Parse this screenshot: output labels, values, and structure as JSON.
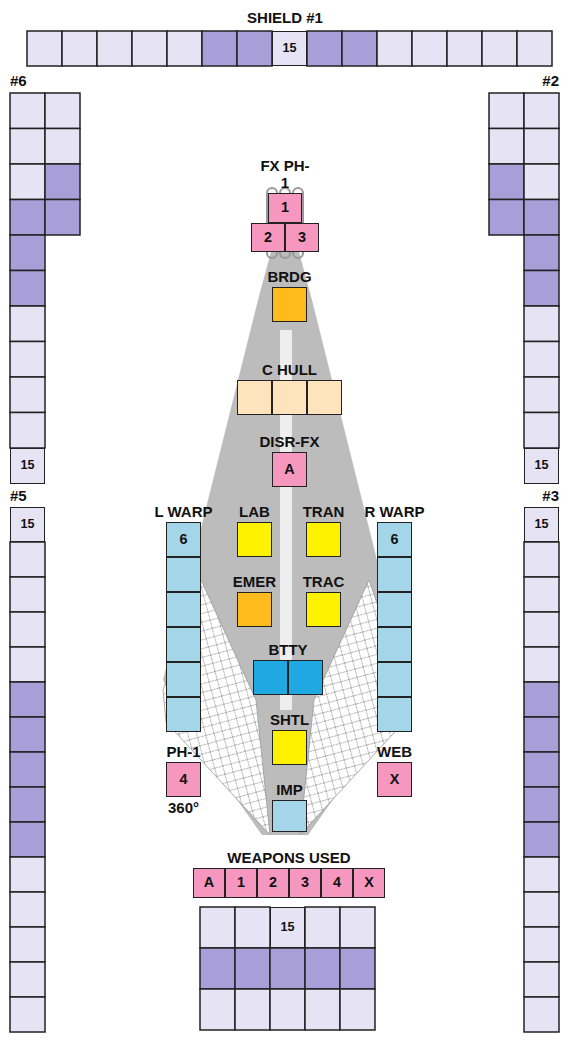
{
  "diagram": {
    "nodes": [
      {
        "text": [
          "15"
        ]
      },
      {
        "text": [
          "FX PH-1",
          "1"
        ]
      },
      {
        "text": [
          "2"
        ]
      },
      {
        "text": [
          "3"
        ]
      },
      {
        "text": [
          "BRDG"
        ]
      },
      {
        "text": [
          "C HULL"
        ]
      },
      {
        "text": [
          "DISR-FX",
          "A"
        ]
      },
      {
        "text": [
          "15"
        ]
      },
      {
        "text": [
          "15"
        ]
      },
      {
        "text": [
          "L WARP",
          "6"
        ]
      },
      {
        "text": [
          "LAB"
        ]
      },
      {
        "text": [
          "TRAN"
        ]
      },
      {
        "text": [
          "R WARP",
          "6"
        ]
      },
      {
        "text": [
          "15"
        ]
      },
      {
        "text": [
          "15"
        ]
      },
      {
        "text": [
          "EMER"
        ]
      },
      {
        "text": [
          "TRAC"
        ]
      },
      {
        "text": [
          "BTTY"
        ]
      },
      {
        "text": [
          "SHTL"
        ]
      },
      {
        "text": [
          "PH-1",
          "4",
          "360°"
        ]
      },
      {
        "text": [
          "WEB",
          "X"
        ]
      },
      {
        "text": [
          "IMP"
        ]
      },
      {
        "text": [
          "WEAPONS USED"
        ]
      },
      {
        "text": [
          "A"
        ],
        "in": 22
      },
      {
        "text": [
          "1"
        ],
        "in": 22
      },
      {
        "text": [
          "2"
        ],
        "in": 22
      },
      {
        "text": [
          "3"
        ],
        "in": 22
      },
      {
        "text": [
          "4"
        ],
        "in": 22
      },
      {
        "text": [
          "X"
        ],
        "in": 22
      },
      {
        "text": [
          "15"
        ]
      }
    ],
    "labels": [
      "SHIELD #1",
      "#6",
      "#2",
      "#5",
      "#3"
    ]
  }
}
